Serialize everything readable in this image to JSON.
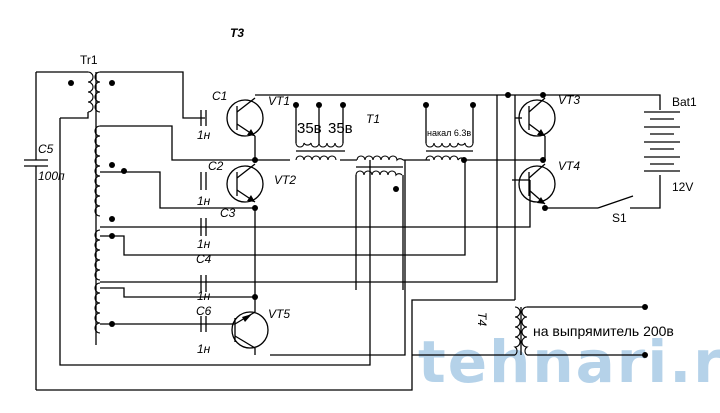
{
  "diagram": {
    "title": "T3",
    "transformers": {
      "tr1": "Tr1",
      "t1": "T1",
      "t4": "T4"
    },
    "t1_windings": {
      "w1": "35в",
      "w2": "35в",
      "heater": "накал 6.3в"
    },
    "capacitors": [
      {
        "name": "C1",
        "value": "1н"
      },
      {
        "name": "C2",
        "value": "1н"
      },
      {
        "name": "C3",
        "value": "1н"
      },
      {
        "name": "C4",
        "value": "1н"
      },
      {
        "name": "C5",
        "value": "100п"
      },
      {
        "name": "C6",
        "value": "1н"
      }
    ],
    "transistors": [
      "VT1",
      "VT2",
      "VT3",
      "VT4",
      "VT5"
    ],
    "battery": {
      "name": "Bat1",
      "voltage": "12V"
    },
    "switch": "S1",
    "output_label": "на выпрямитель 200в",
    "watermark": "tehnari.ru"
  }
}
